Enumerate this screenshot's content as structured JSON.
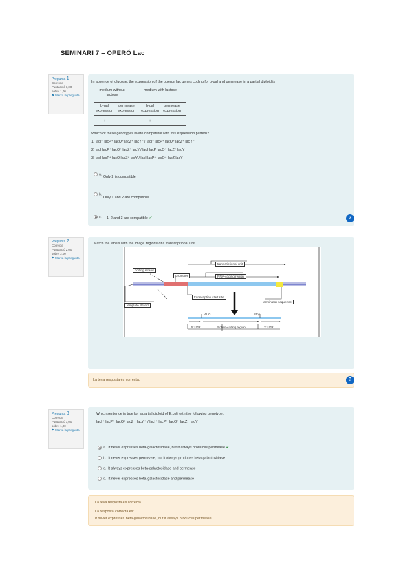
{
  "page_title": "SEMINARI 7 – OPERÓ Lac",
  "q1": {
    "info": {
      "label": "Pregunta",
      "number": "1",
      "status": "Correcte",
      "score_line1": "Puntuació 1,00",
      "score_line2": "sobre 1,00",
      "flag": "Marca la pregunta"
    },
    "text": "In absence of glucose, the expression of the operon lac genes coding for b-gal and permease in a partial diploid is",
    "col_headers": [
      "medium without lactose",
      "medium with lactose"
    ],
    "sub_headers": [
      "b-gal expression",
      "permease expression",
      "b-gal expression",
      "permease expression"
    ],
    "values": [
      "+",
      "-",
      "+",
      "-"
    ],
    "question": "Which of these genotypes is/are compatible with this expression pattern?",
    "genotypes": [
      "1. lacI⁺ lacP⁺ lacO⁺ lacZ⁺ lacY⁻ / lacI⁺ lacP⁺ lacO⁺ lacZ⁺ lacY⁻",
      "2. lacI lacP⁺ lacO⁺ lacZ⁺ lacY / lacI lacP lacO⁺ lacZ⁺ lacY",
      "3. lacI lacP⁺ lacO lacZ⁺ lacY / lacI lacP⁺ lacO⁺ lacZ lacY"
    ],
    "options": [
      {
        "letter": "a.",
        "text": "Only 2 is compatible"
      },
      {
        "letter": "b.",
        "text": "Only 1 and 2 are compatible"
      },
      {
        "letter": "c.",
        "text": "1, 2 and 3 are compatible"
      }
    ]
  },
  "q2": {
    "info": {
      "label": "Pregunta",
      "number": "2",
      "status": "Correcte",
      "score_line1": "Puntuació 2,00",
      "score_line2": "sobre 2,00",
      "flag": "Marca la pregunta"
    },
    "text": "Match the labels with the image regions of a transcriptional unit",
    "labels": {
      "transcriptional_unit": "transcriptional unit",
      "coding_strand": "coding strand",
      "promoter": "promoter",
      "rna_coding_region": "RNA-coding region",
      "transcription_start_site": "transcription start site",
      "terminator": "terminator sequence",
      "template_strand": "template strand",
      "five_utr": "5' UTR",
      "three_utr": "3' UTR",
      "protein_region": "Protein-coding region",
      "aug": "AUG",
      "stop": "Stop"
    },
    "feedback": "La teva resposta és correcta."
  },
  "q3": {
    "info": {
      "label": "Pregunta",
      "number": "3",
      "status": "Correcte",
      "score_line1": "Puntuació 1,00",
      "score_line2": "sobre 1,00",
      "flag": "Marca la pregunta"
    },
    "text": "Which sentence is true for a partial diploid of E.coli with the following genotype:",
    "genotype": "lacI⁺ lacP⁺ lacOᶜ lacZ⁻ lacY⁺ / lacI⁺ lacP⁺ lacO⁺ lacZ⁺ lacY⁻",
    "options": [
      {
        "letter": "a.",
        "text": "It never expresses beta-galactosidase, but it always produces permease"
      },
      {
        "letter": "b.",
        "text": "It never expresses permease, but it always produces beta-galactosidase"
      },
      {
        "letter": "c.",
        "text": "It always expresses beta-galactosidase and permease"
      },
      {
        "letter": "d.",
        "text": "It never expresses beta-galactosidase and permease"
      }
    ],
    "feedback": "La teva resposta és correcta.",
    "correct_label": "La resposta correcta és:",
    "correct_answer": "It never expresses beta-galactosidase, but it always produces permease"
  },
  "help_icon": "?",
  "colors": {
    "question_bg": "#e6f1f3",
    "feedback_bg": "#fcefdc",
    "help": "#1167c3",
    "link": "#1f7ab0"
  }
}
